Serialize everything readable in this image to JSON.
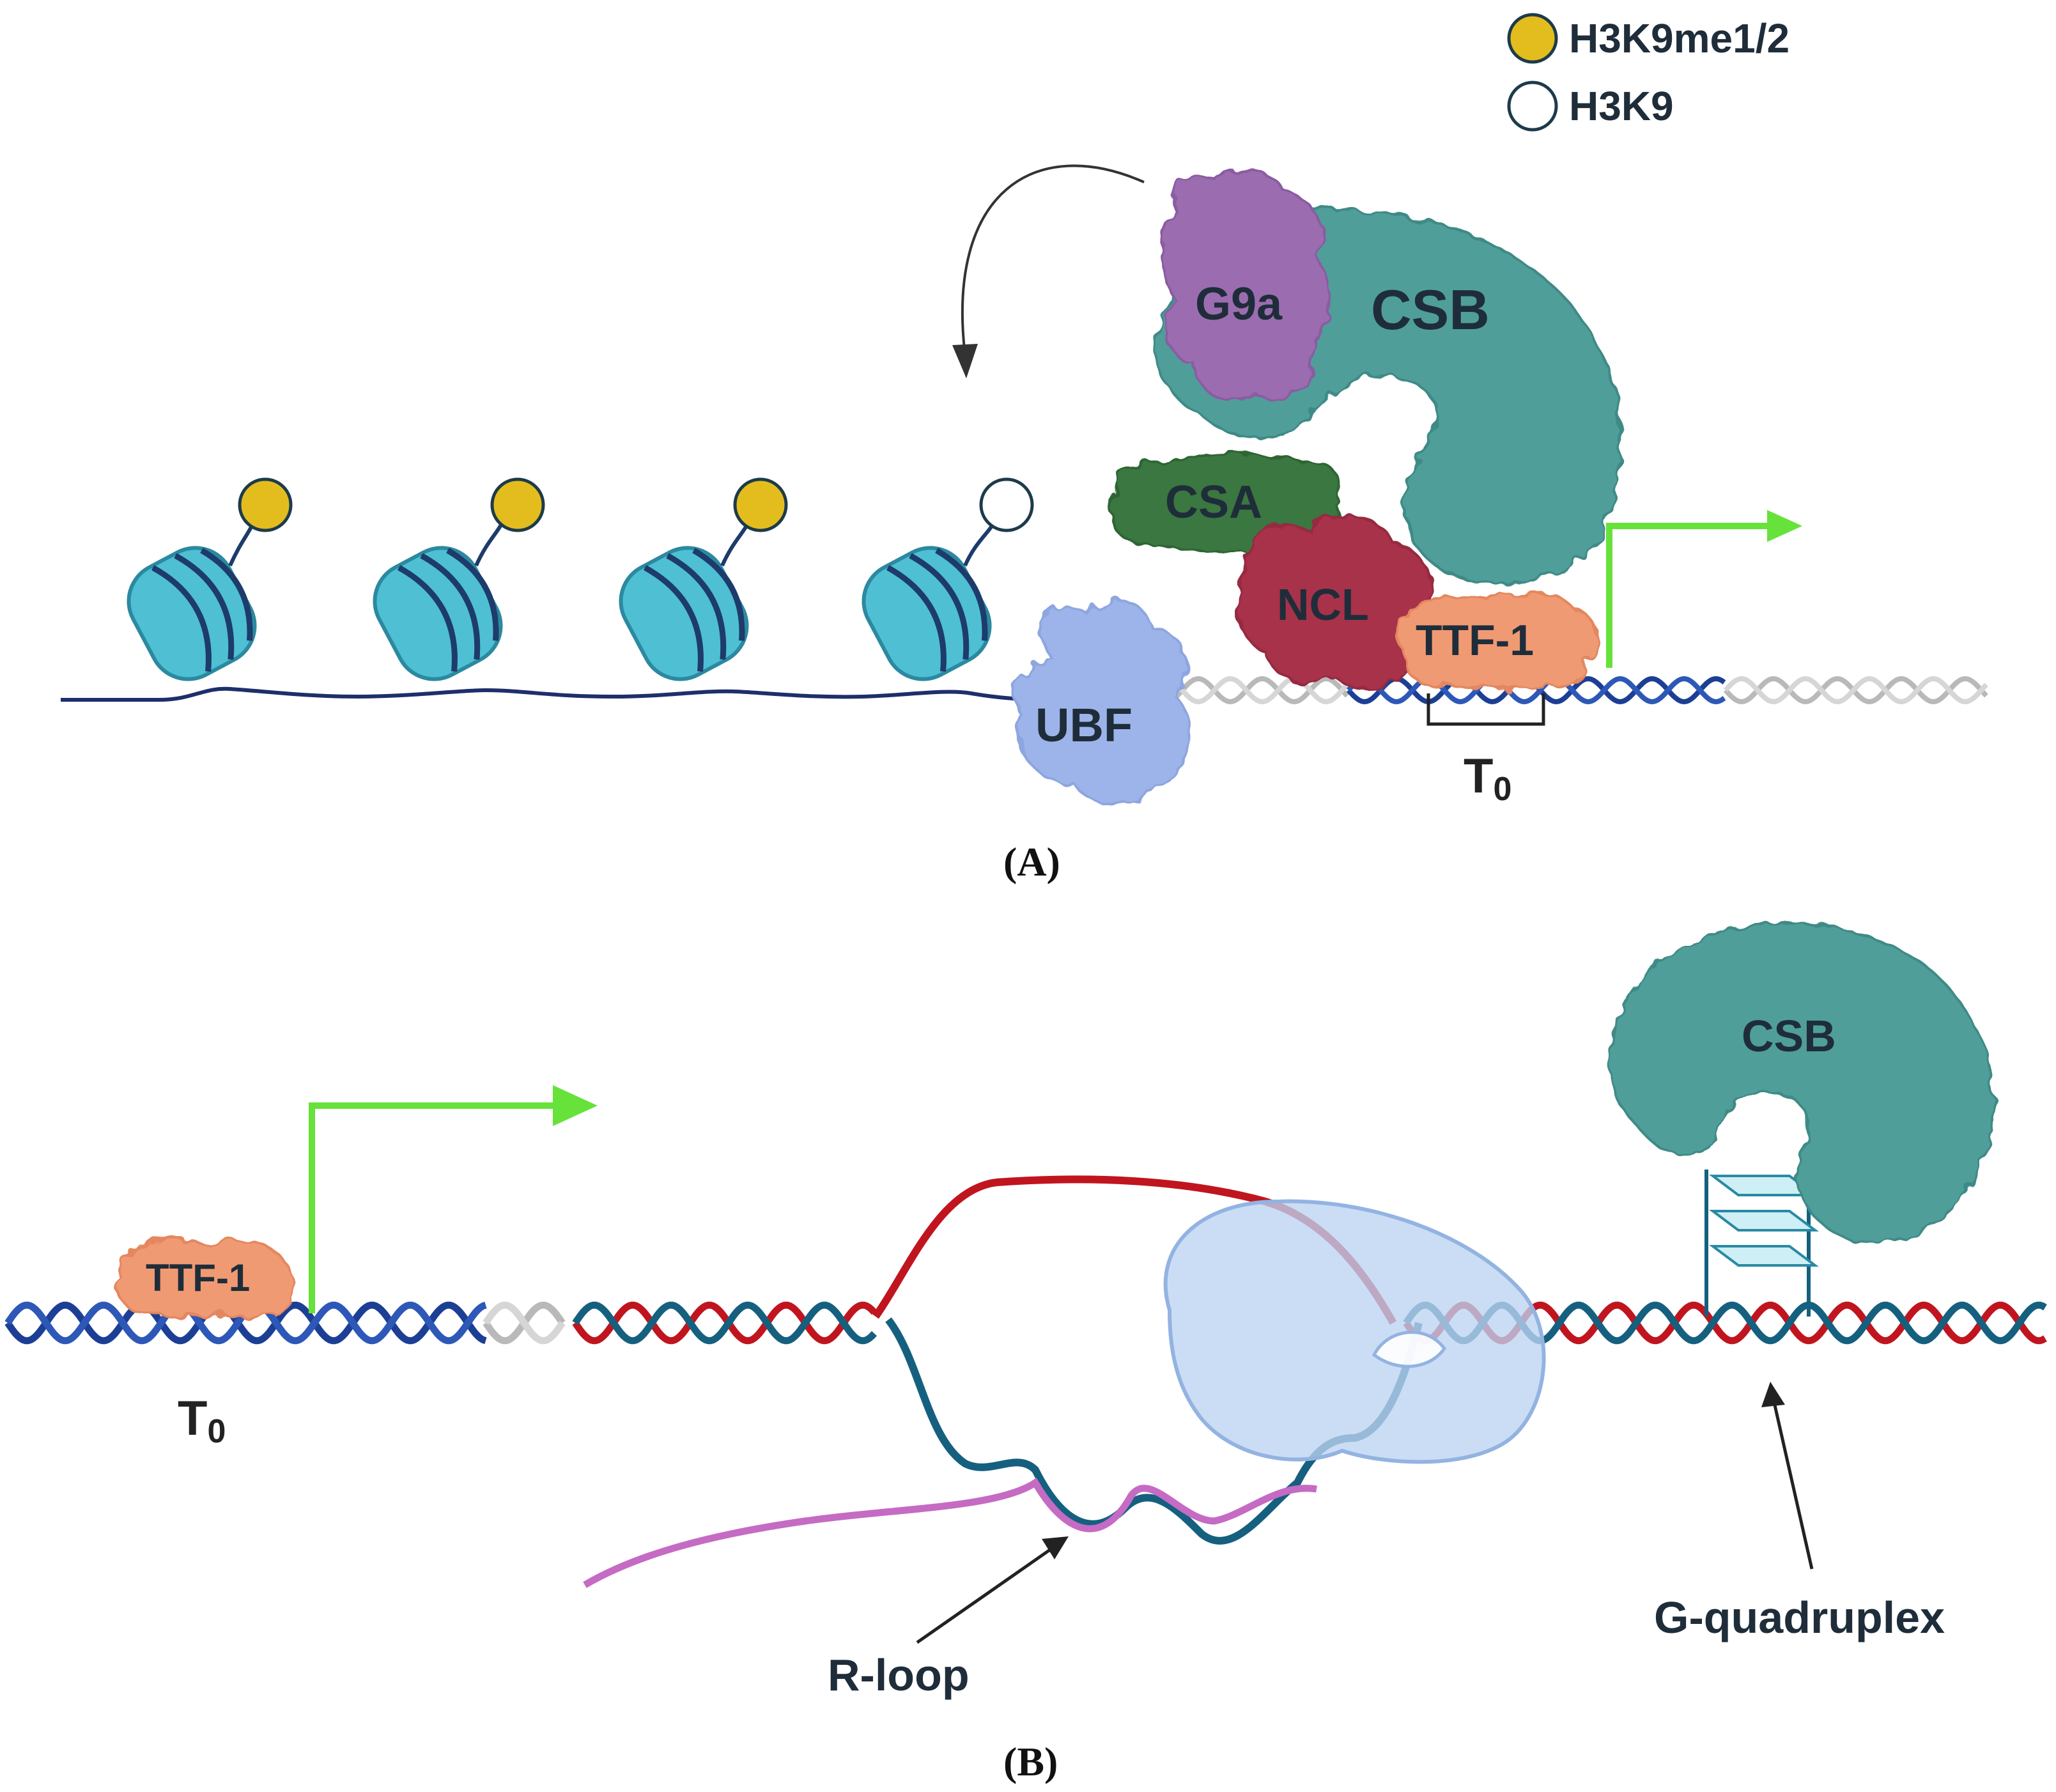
{
  "legend": {
    "items": [
      {
        "label": "H3K9me1/2",
        "fill": "#e3bd1e"
      },
      {
        "label": "H3K9",
        "fill": "#ffffff"
      }
    ]
  },
  "panel_a": {
    "caption": "(A)",
    "proteins": {
      "g9a": "G9a",
      "csb": "CSB",
      "csa": "CSA",
      "ncl": "NCL",
      "ttf1": "TTF-1",
      "ubf": "UBF"
    },
    "t0_main": "T",
    "t0_sub": "0"
  },
  "panel_b": {
    "caption": "(B)",
    "proteins": {
      "ttf1": "TTF-1",
      "csb": "CSB"
    },
    "t0_main": "T",
    "t0_sub": "0",
    "rloop_label": "R-loop",
    "g4_label": "G-quadruplex"
  },
  "colors": {
    "nucleosome": "#4fbfd3",
    "nucleosome_dark": "#1d3b6b",
    "csb": "#4f9e9a",
    "g9a": "#9b6db0",
    "csa": "#3a7741",
    "ncl": "#a8304a",
    "ttf1": "#f09a73",
    "ubf": "#9db4ea",
    "promoter_arrow": "#66e23a",
    "dna_blue": "#1c3f95",
    "dna_gray": "#b9b9b9",
    "dna_red": "#c0151f",
    "dna_teal": "#15607f",
    "rna_pink": "#c56bc4",
    "polymerase": "#bcd3f2"
  }
}
